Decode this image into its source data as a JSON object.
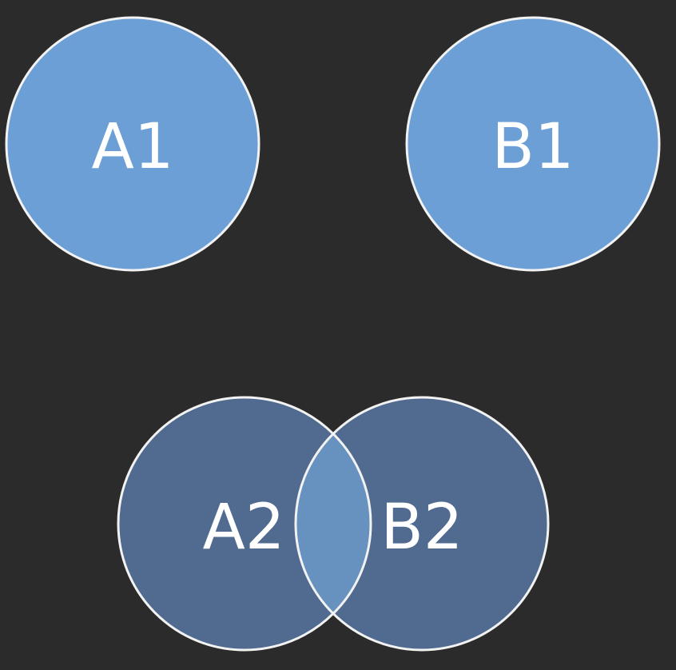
{
  "circles": {
    "a1": {
      "label": "A1"
    },
    "b1": {
      "label": "B1"
    },
    "a2": {
      "label": "A2"
    },
    "b2": {
      "label": "B2"
    }
  },
  "colors": {
    "background": "#2b2b2b",
    "separate_fill": "#6b9fd6",
    "overlap_fill": "#506b8f",
    "intersection_fill": "#6791bf",
    "stroke": "#f2f2f2",
    "label": "#ffffff"
  }
}
